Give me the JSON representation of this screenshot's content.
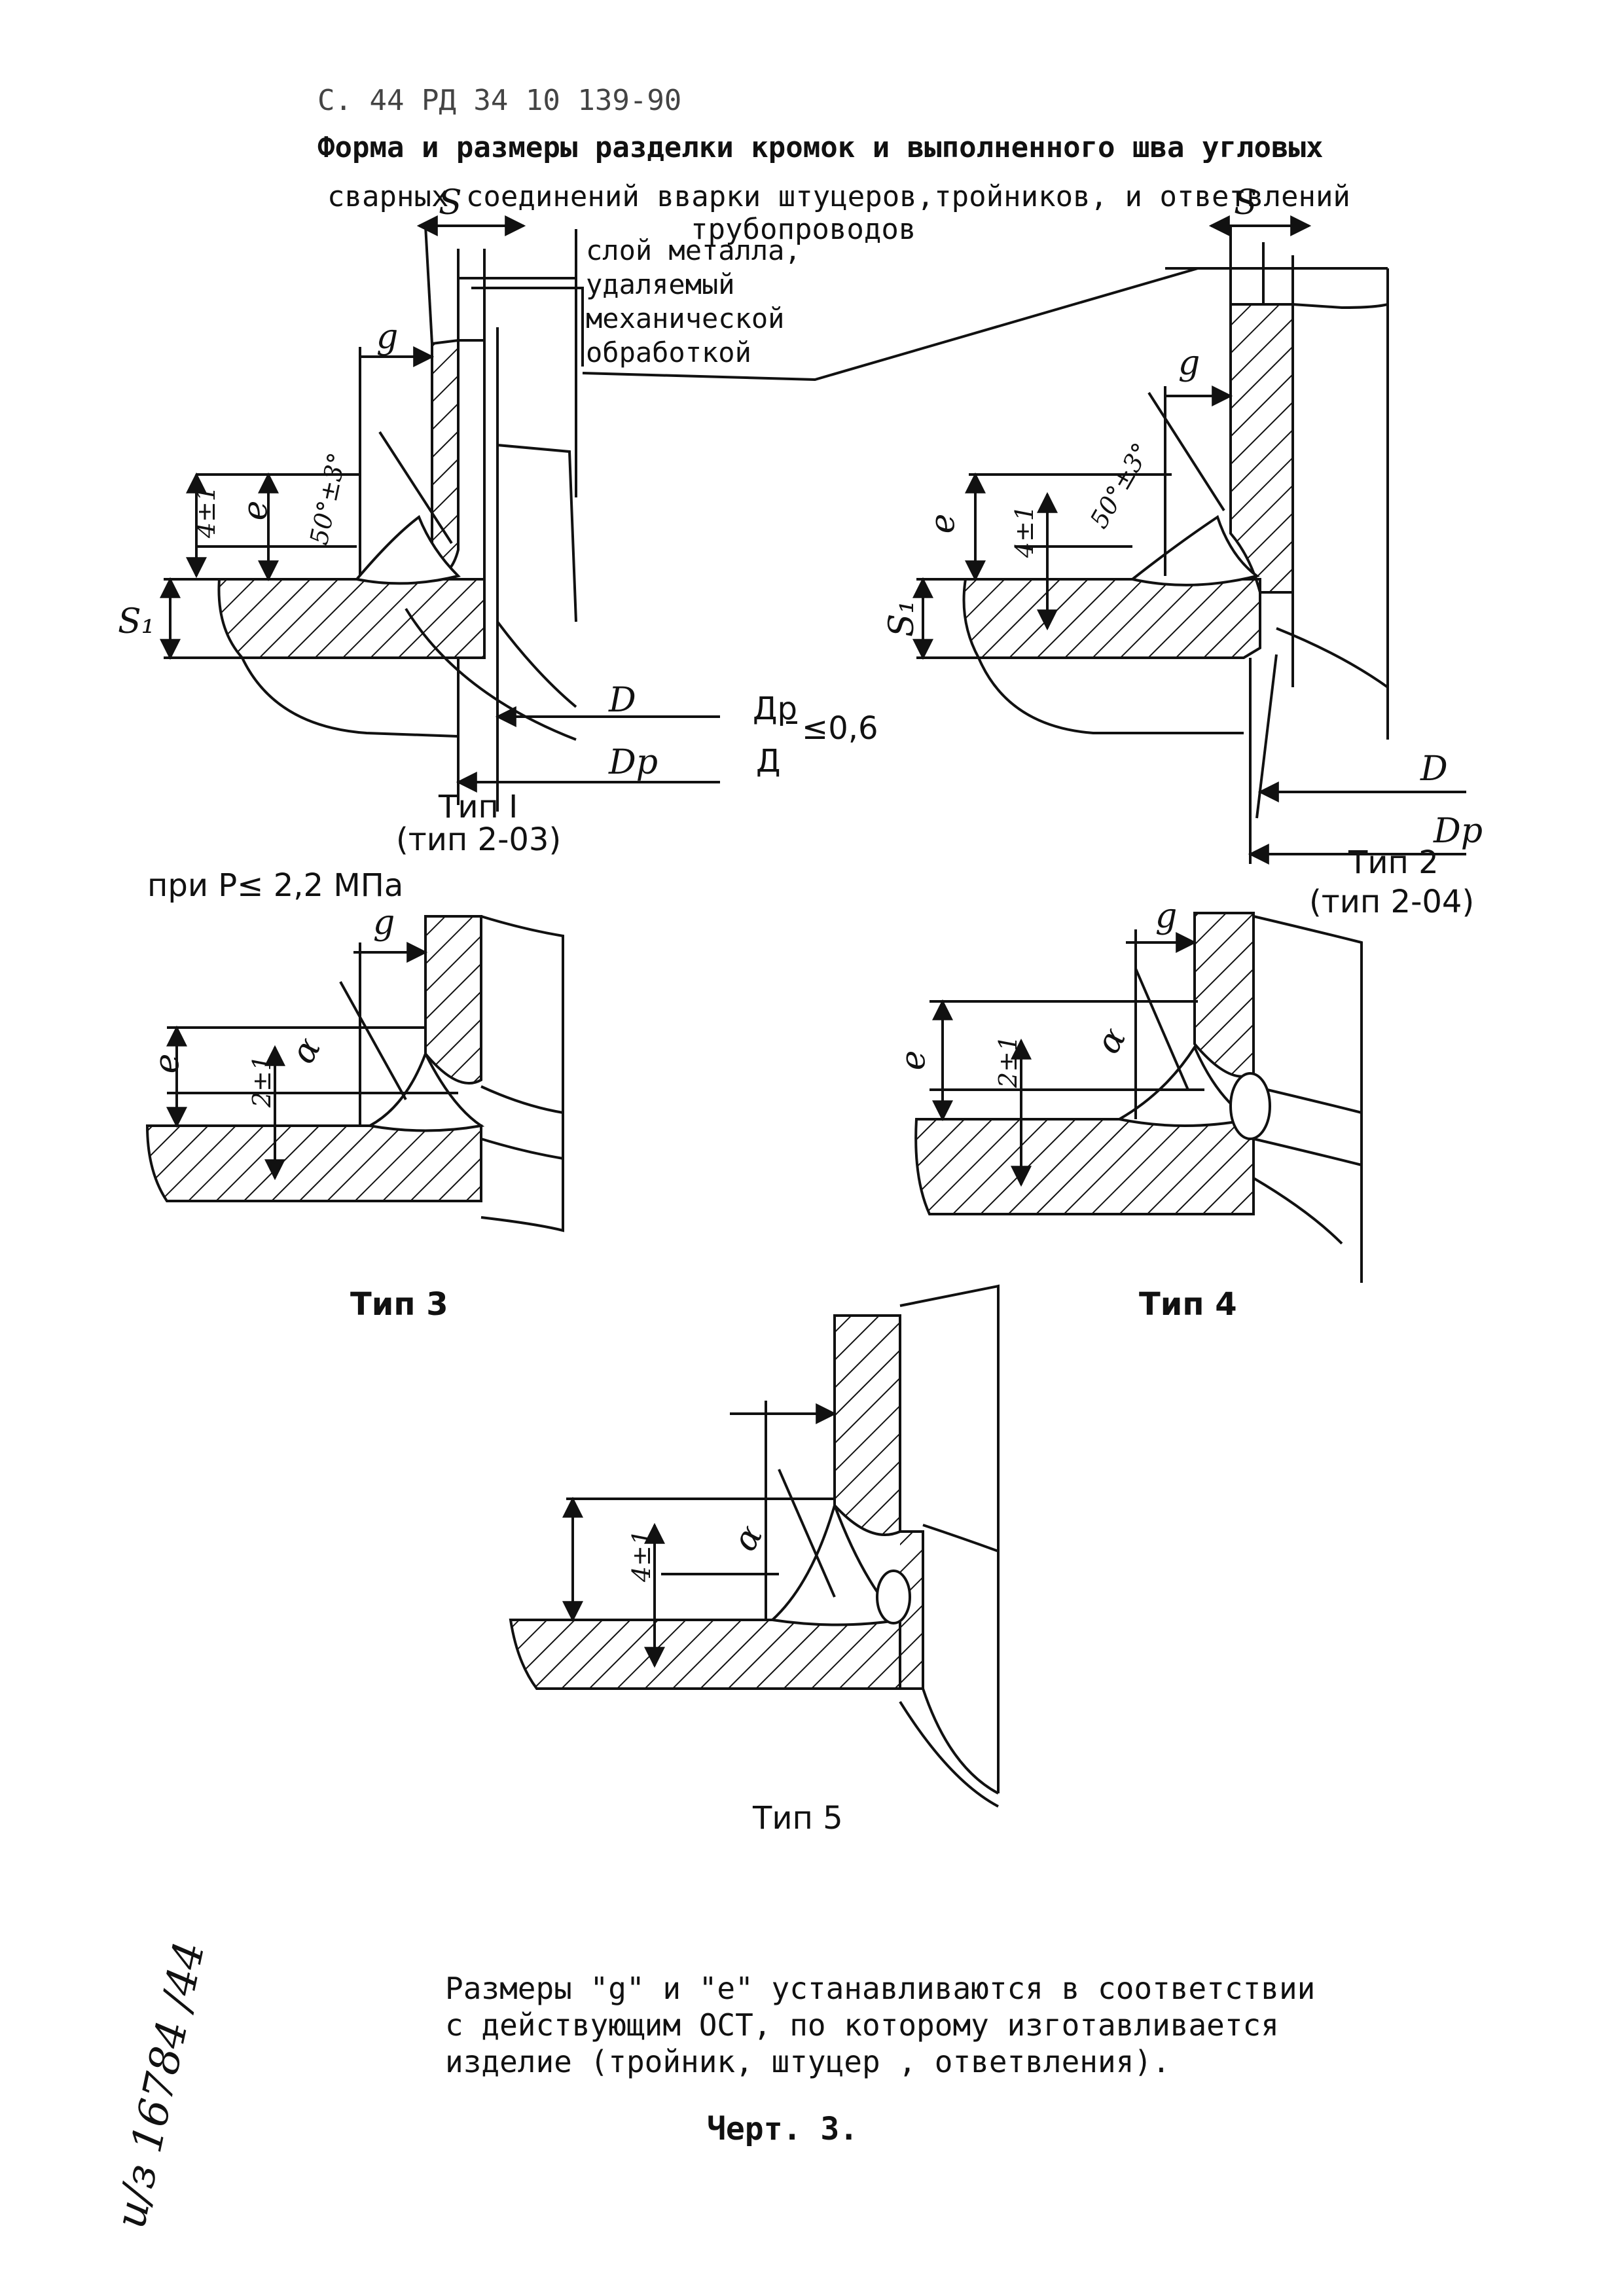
{
  "header": {
    "page_ref": "С. 44 РД 34 10 139-90",
    "title_line1": "Форма и размеры разделки кромок и выполненного шва угловых",
    "title_line2": "сварных соединений вварки штуцеров,тройников, и ответвлений",
    "title_line3": "трубопроводов"
  },
  "type1": {
    "callout_line1": "слой металла,",
    "callout_line2": "удаляемый",
    "callout_line3": "механической",
    "callout_line4": "обработкой",
    "dim_s": "S",
    "dim_g": "g",
    "dim_e": "e",
    "dim_root": "4±1",
    "dim_angle": "50°±3°",
    "dim_s1": "S₁",
    "dim_D": "D",
    "dim_Dp": "Dр",
    "ratio_num": "Др",
    "ratio_den": "Д",
    "ratio_cond": "≤0,6",
    "caption": "Тип I",
    "caption_sub": "(тип 2-03)",
    "pressure_note": "при P≤ 2,2 МПа"
  },
  "type2": {
    "dim_s": "S",
    "dim_g": "g",
    "dim_e": "e",
    "dim_root": "4±1",
    "dim_angle": "50°±3°",
    "dim_s1": "S₁",
    "dim_D": "D",
    "dim_Dp": "Dр",
    "caption": "Тип 2",
    "caption_sub": "(тип 2-04)"
  },
  "type3": {
    "dim_g": "g",
    "dim_e": "e",
    "dim_root": "2±1",
    "dim_angle": "α",
    "caption": "Тип 3"
  },
  "type4": {
    "dim_g": "g",
    "dim_e": "e",
    "dim_root": "2±1",
    "dim_angle": "α",
    "caption": "Тип 4"
  },
  "type5": {
    "dim_root": "4±1",
    "dim_angle": "α",
    "caption": "Тип 5"
  },
  "footnote": {
    "line1": "Размеры \"g\" и \"e\" устанавливаются в соответствии",
    "line2": "с действующим ОСТ, по которому изготавливается",
    "line3": "изделие (тройник, штуцер , ответвления)."
  },
  "figure_label": "Черт. 3.",
  "margin_stamp": "и/з 16784 /44"
}
